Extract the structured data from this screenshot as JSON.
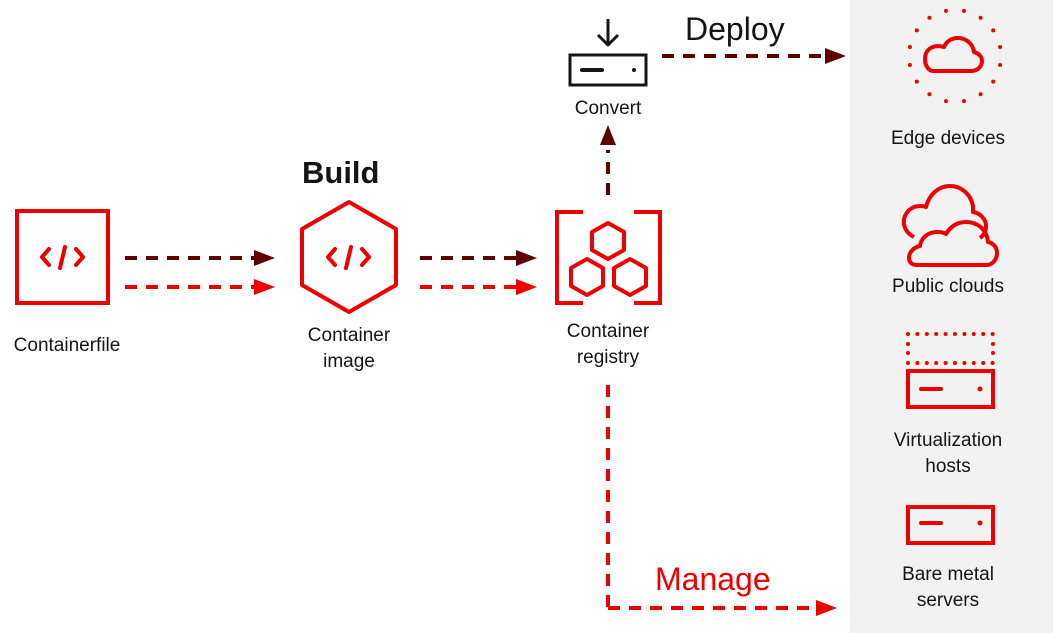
{
  "colors": {
    "red": "#ee0000",
    "dark_red": "#5e0000",
    "text": "#151515",
    "panel": "#f2f2f2"
  },
  "stages": {
    "build": "Build",
    "deploy": "Deploy",
    "manage": "Manage"
  },
  "nodes": {
    "containerfile": {
      "label": "Containerfile",
      "icon": "code-file-icon"
    },
    "container_image": {
      "label": "Container\nimage",
      "icon": "code-hexagon-icon"
    },
    "container_registry": {
      "label": "Container\nregistry",
      "icon": "registry-icon"
    },
    "convert": {
      "label": "Convert",
      "icon": "server-download-icon"
    }
  },
  "targets": [
    {
      "label": "Edge devices",
      "icon": "edge-cloud-icon"
    },
    {
      "label": "Public clouds",
      "icon": "public-clouds-icon"
    },
    {
      "label": "Virtualization\nhosts",
      "icon": "virtualization-host-icon"
    },
    {
      "label": "Bare metal\nservers",
      "icon": "bare-metal-server-icon"
    }
  ]
}
